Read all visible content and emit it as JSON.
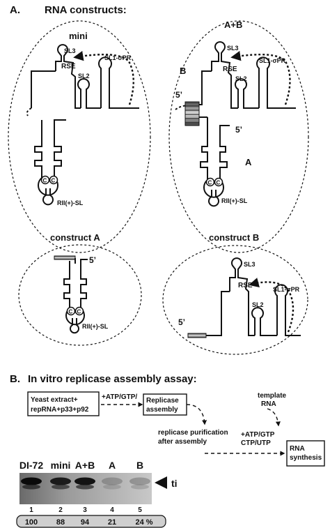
{
  "panel_a": {
    "letter": "A.",
    "title": "RNA constructs:",
    "mini": {
      "title": "mini",
      "sl3": "SL3",
      "rse": "RSE",
      "sl2": "SL2",
      "sl1": "SL1-σPR",
      "c1": "C",
      "c2": "C",
      "rii": "RII(+)-SL"
    },
    "ab": {
      "title": "A+B",
      "b_label": "B",
      "a_label": "A",
      "five1": "5’",
      "five2": "5’",
      "sl3": "SL3",
      "rse": "RSE",
      "sl2": "SL2",
      "sl1": "SL1-σPR",
      "c1": "C",
      "c2": "C",
      "rii": "RII(+)-SL"
    },
    "construct_a": {
      "title": "construct A",
      "five": "5’",
      "c1": "C",
      "c2": "C",
      "rii": "RII(+)-SL"
    },
    "construct_b": {
      "title": "construct B",
      "five": "5’",
      "sl3": "SL3",
      "rse": "RSE",
      "sl2": "SL2",
      "sl1": "SL1-σPR"
    }
  },
  "panel_b": {
    "letter": "B.",
    "title": "In vitro replicase assembly assay:",
    "box1_line1": "Yeast extract+",
    "box1_line2": "repRNA+p33+p92",
    "arrow1_label": "+ATP/GTP/",
    "box2_line1": "Replicase",
    "box2_line2": "assembly",
    "purif_line1": "replicase purification",
    "purif_line2": "after assembly",
    "template_line1": "template",
    "template_line2": "RNA",
    "ntp_line1": "+ATP/GTP",
    "ntp_line2": "CTP/UTP",
    "box3_line1": "RNA",
    "box3_line2": "synthesis",
    "gel": {
      "lane_labels": [
        "DI-72",
        "mini",
        "A+B",
        "A",
        "B"
      ],
      "lane_numbers": [
        "1",
        "2",
        "3",
        "4",
        "5"
      ],
      "band_marker": "ti",
      "band_intensity_percent": [
        100,
        88,
        94,
        21,
        24
      ],
      "quant_labels": [
        "100",
        "88",
        "94",
        "21",
        "24 %"
      ]
    }
  }
}
